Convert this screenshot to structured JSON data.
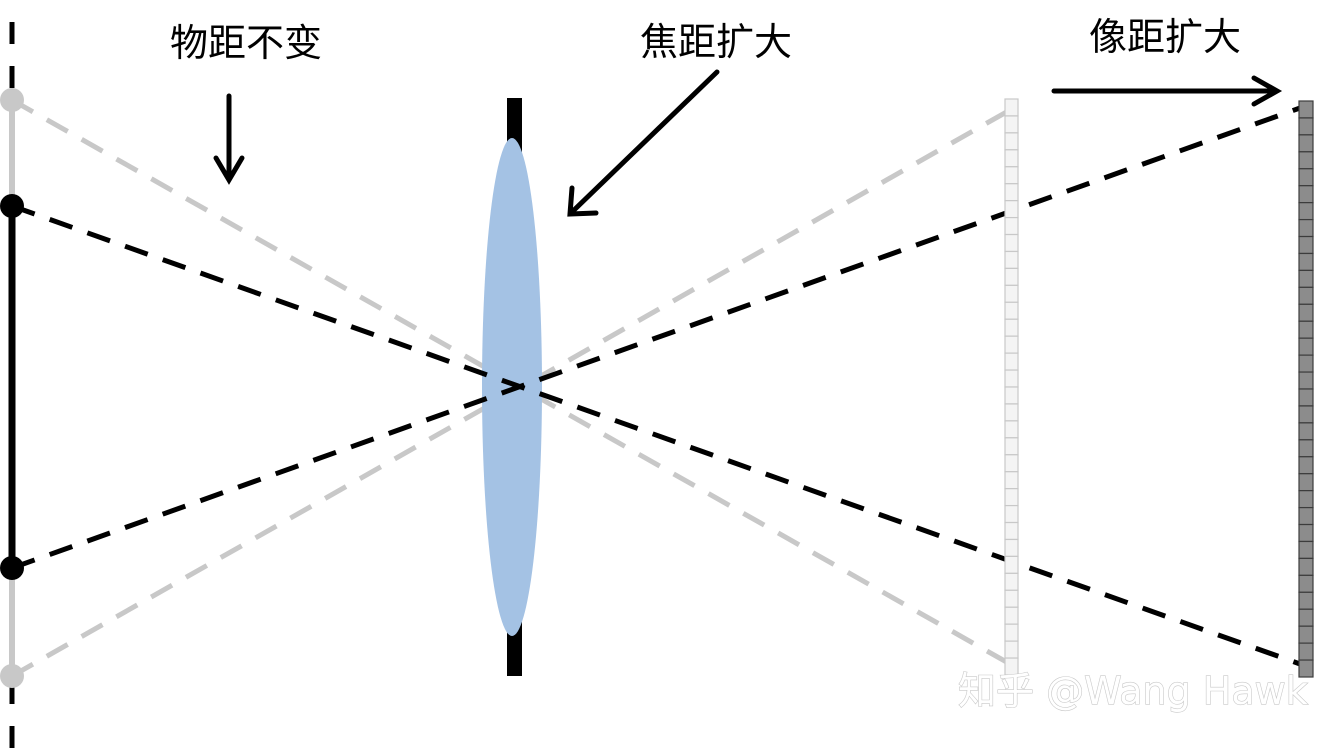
{
  "labels": {
    "object_distance": "物距不变",
    "focal_length": "焦距扩大",
    "image_distance": "像距扩大"
  },
  "watermark": "知乎 @Wang Hawk",
  "colors": {
    "object_line": "#000000",
    "faded_line": "#c8c8c8",
    "lens_fill": "#a4c2e4",
    "sensor_old_fill": "#f4f4f4",
    "sensor_old_stroke": "#c8c8c8",
    "sensor_new_fill": "#8c8c8c",
    "sensor_new_stroke": "#3c3c3c",
    "arrow": "#000000"
  }
}
